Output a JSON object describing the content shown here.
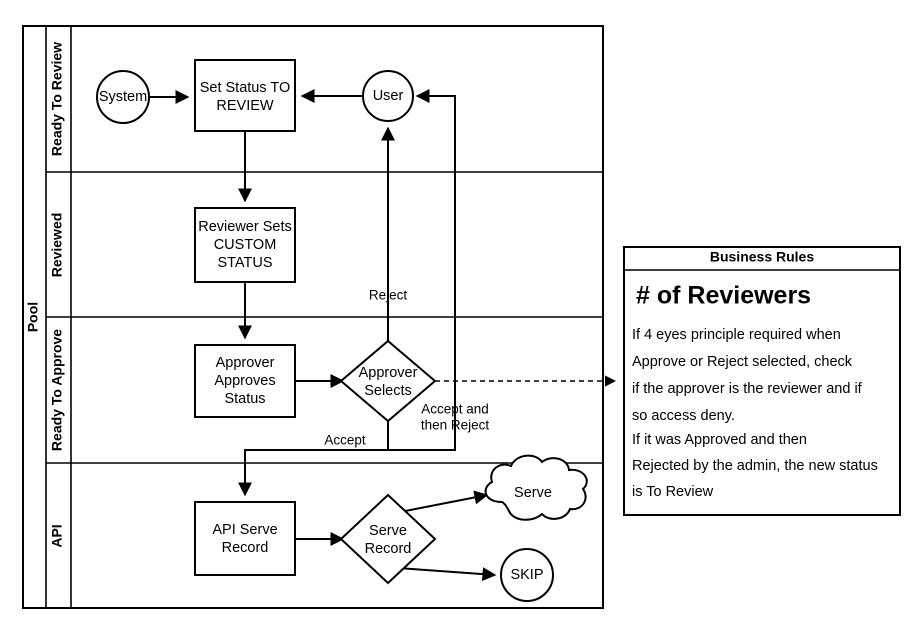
{
  "diagram": {
    "type": "bpmn-swimlane-flowchart",
    "pool": {
      "label": "Pool",
      "lanes": [
        {
          "id": "ready-to-review",
          "label": "Ready To Review"
        },
        {
          "id": "reviewed",
          "label": "Reviewed"
        },
        {
          "id": "ready-to-approve",
          "label": "Ready To Approve"
        },
        {
          "id": "api",
          "label": "API"
        }
      ]
    },
    "nodes": [
      {
        "id": "system",
        "shape": "circle",
        "lane": "ready-to-review",
        "label": "System"
      },
      {
        "id": "set-status-to-review",
        "shape": "rectangle",
        "lane": "ready-to-review",
        "line1": "Set Status TO",
        "line2": "REVIEW"
      },
      {
        "id": "user",
        "shape": "circle",
        "lane": "ready-to-review",
        "label": "User"
      },
      {
        "id": "reviewer-sets-custom-status",
        "shape": "rectangle",
        "lane": "reviewed",
        "line1": "Reviewer Sets",
        "line2": "CUSTOM",
        "line3": "STATUS"
      },
      {
        "id": "approver-approves-status",
        "shape": "rectangle",
        "lane": "ready-to-approve",
        "line1": "Approver",
        "line2": "Approves",
        "line3": "Status"
      },
      {
        "id": "approver-selects",
        "shape": "diamond",
        "lane": "ready-to-approve",
        "line1": "Approver",
        "line2": "Selects"
      },
      {
        "id": "api-serve-record",
        "shape": "rectangle",
        "lane": "api",
        "line1": "API Serve",
        "line2": "Record"
      },
      {
        "id": "serve-record",
        "shape": "diamond",
        "lane": "api",
        "line1": "Serve",
        "line2": "Record"
      },
      {
        "id": "serve",
        "shape": "cloud",
        "lane": "api",
        "label": "Serve"
      },
      {
        "id": "skip",
        "shape": "circle",
        "lane": "api",
        "label": "SKIP"
      }
    ],
    "edge_labels": {
      "reject": "Reject",
      "accept": "Accept",
      "accept_then_reject_line1": "Accept and",
      "accept_then_reject_line2": "then Reject"
    }
  },
  "business_rules": {
    "title": "Business Rules",
    "heading": "# of Reviewers",
    "body_lines": [
      "If 4  eyes principle required when",
      "Approve or Reject selected, check",
      "if the approver is the reviewer and if",
      "so access deny.",
      "If it was Approved and then",
      "Rejected by the admin, the new status",
      "is To Review"
    ]
  },
  "colors": {
    "stroke": "#000000",
    "fill": "#ffffff",
    "background": "#ffffff"
  }
}
